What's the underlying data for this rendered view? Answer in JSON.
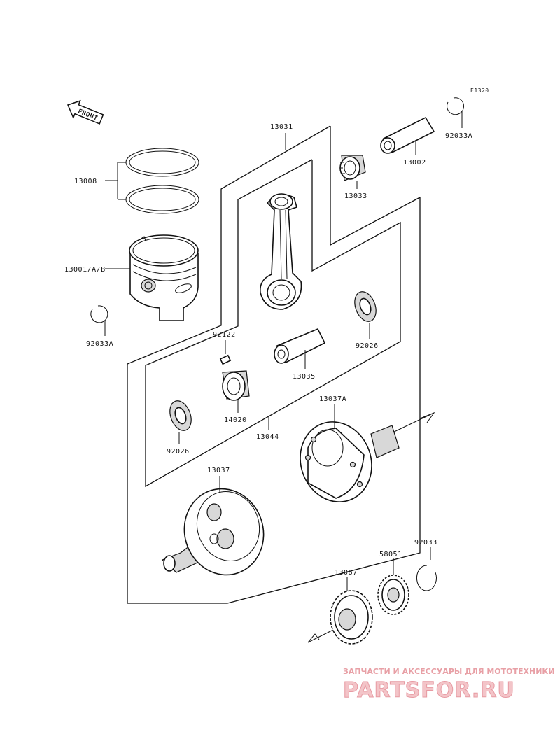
{
  "diagram": {
    "ref_code": "E1320",
    "front_label": "FRONT",
    "parts": [
      {
        "id": "p-13031",
        "number": "13031"
      },
      {
        "id": "p-13002",
        "number": "13002"
      },
      {
        "id": "p-92033a-top",
        "number": "92033A"
      },
      {
        "id": "p-13008",
        "number": "13008"
      },
      {
        "id": "p-13033",
        "number": "13033"
      },
      {
        "id": "p-13001",
        "number": "13001/A/B"
      },
      {
        "id": "p-92033a-left",
        "number": "92033A"
      },
      {
        "id": "p-92122",
        "number": "92122"
      },
      {
        "id": "p-92026-right",
        "number": "92026"
      },
      {
        "id": "p-13035",
        "number": "13035"
      },
      {
        "id": "p-14020",
        "number": "14020"
      },
      {
        "id": "p-13037a",
        "number": "13037A"
      },
      {
        "id": "p-92026-left",
        "number": "92026"
      },
      {
        "id": "p-13044",
        "number": "13044"
      },
      {
        "id": "p-13037",
        "number": "13037"
      },
      {
        "id": "p-92033",
        "number": "92033"
      },
      {
        "id": "p-58051",
        "number": "58051"
      },
      {
        "id": "p-13087",
        "number": "13087"
      }
    ]
  },
  "watermark": {
    "subtitle": "ЗАПЧАСТИ И АКСЕССУАРЫ ДЛЯ МОТОТЕХНИКИ",
    "logo": "PARTSFOR.RU",
    "color": "#e79aa2"
  }
}
